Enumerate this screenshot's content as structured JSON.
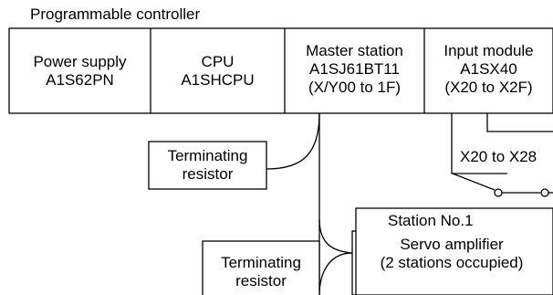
{
  "title": "Programmable controller",
  "modules": [
    {
      "lines": [
        "Power supply",
        "A1S62PN"
      ]
    },
    {
      "lines": [
        "CPU",
        "A1SHCPU"
      ]
    },
    {
      "lines": [
        "Master station",
        "A1SJ61BT11",
        "(X/Y00 to 1F)"
      ]
    },
    {
      "lines": [
        "Input module",
        "A1SX40",
        "(X20 to X2F)"
      ]
    }
  ],
  "switch_label": "X20 to X28",
  "terminators": [
    {
      "lines": [
        "Terminating",
        "resistor"
      ]
    },
    {
      "lines": [
        "Terminating",
        "resistor"
      ]
    }
  ],
  "station_label": "Station No.1",
  "servo": {
    "lines": [
      "Servo amplifier",
      "(2 stations occupied)"
    ]
  },
  "colors": {
    "stroke": "#000000",
    "background": "#ffffff"
  }
}
